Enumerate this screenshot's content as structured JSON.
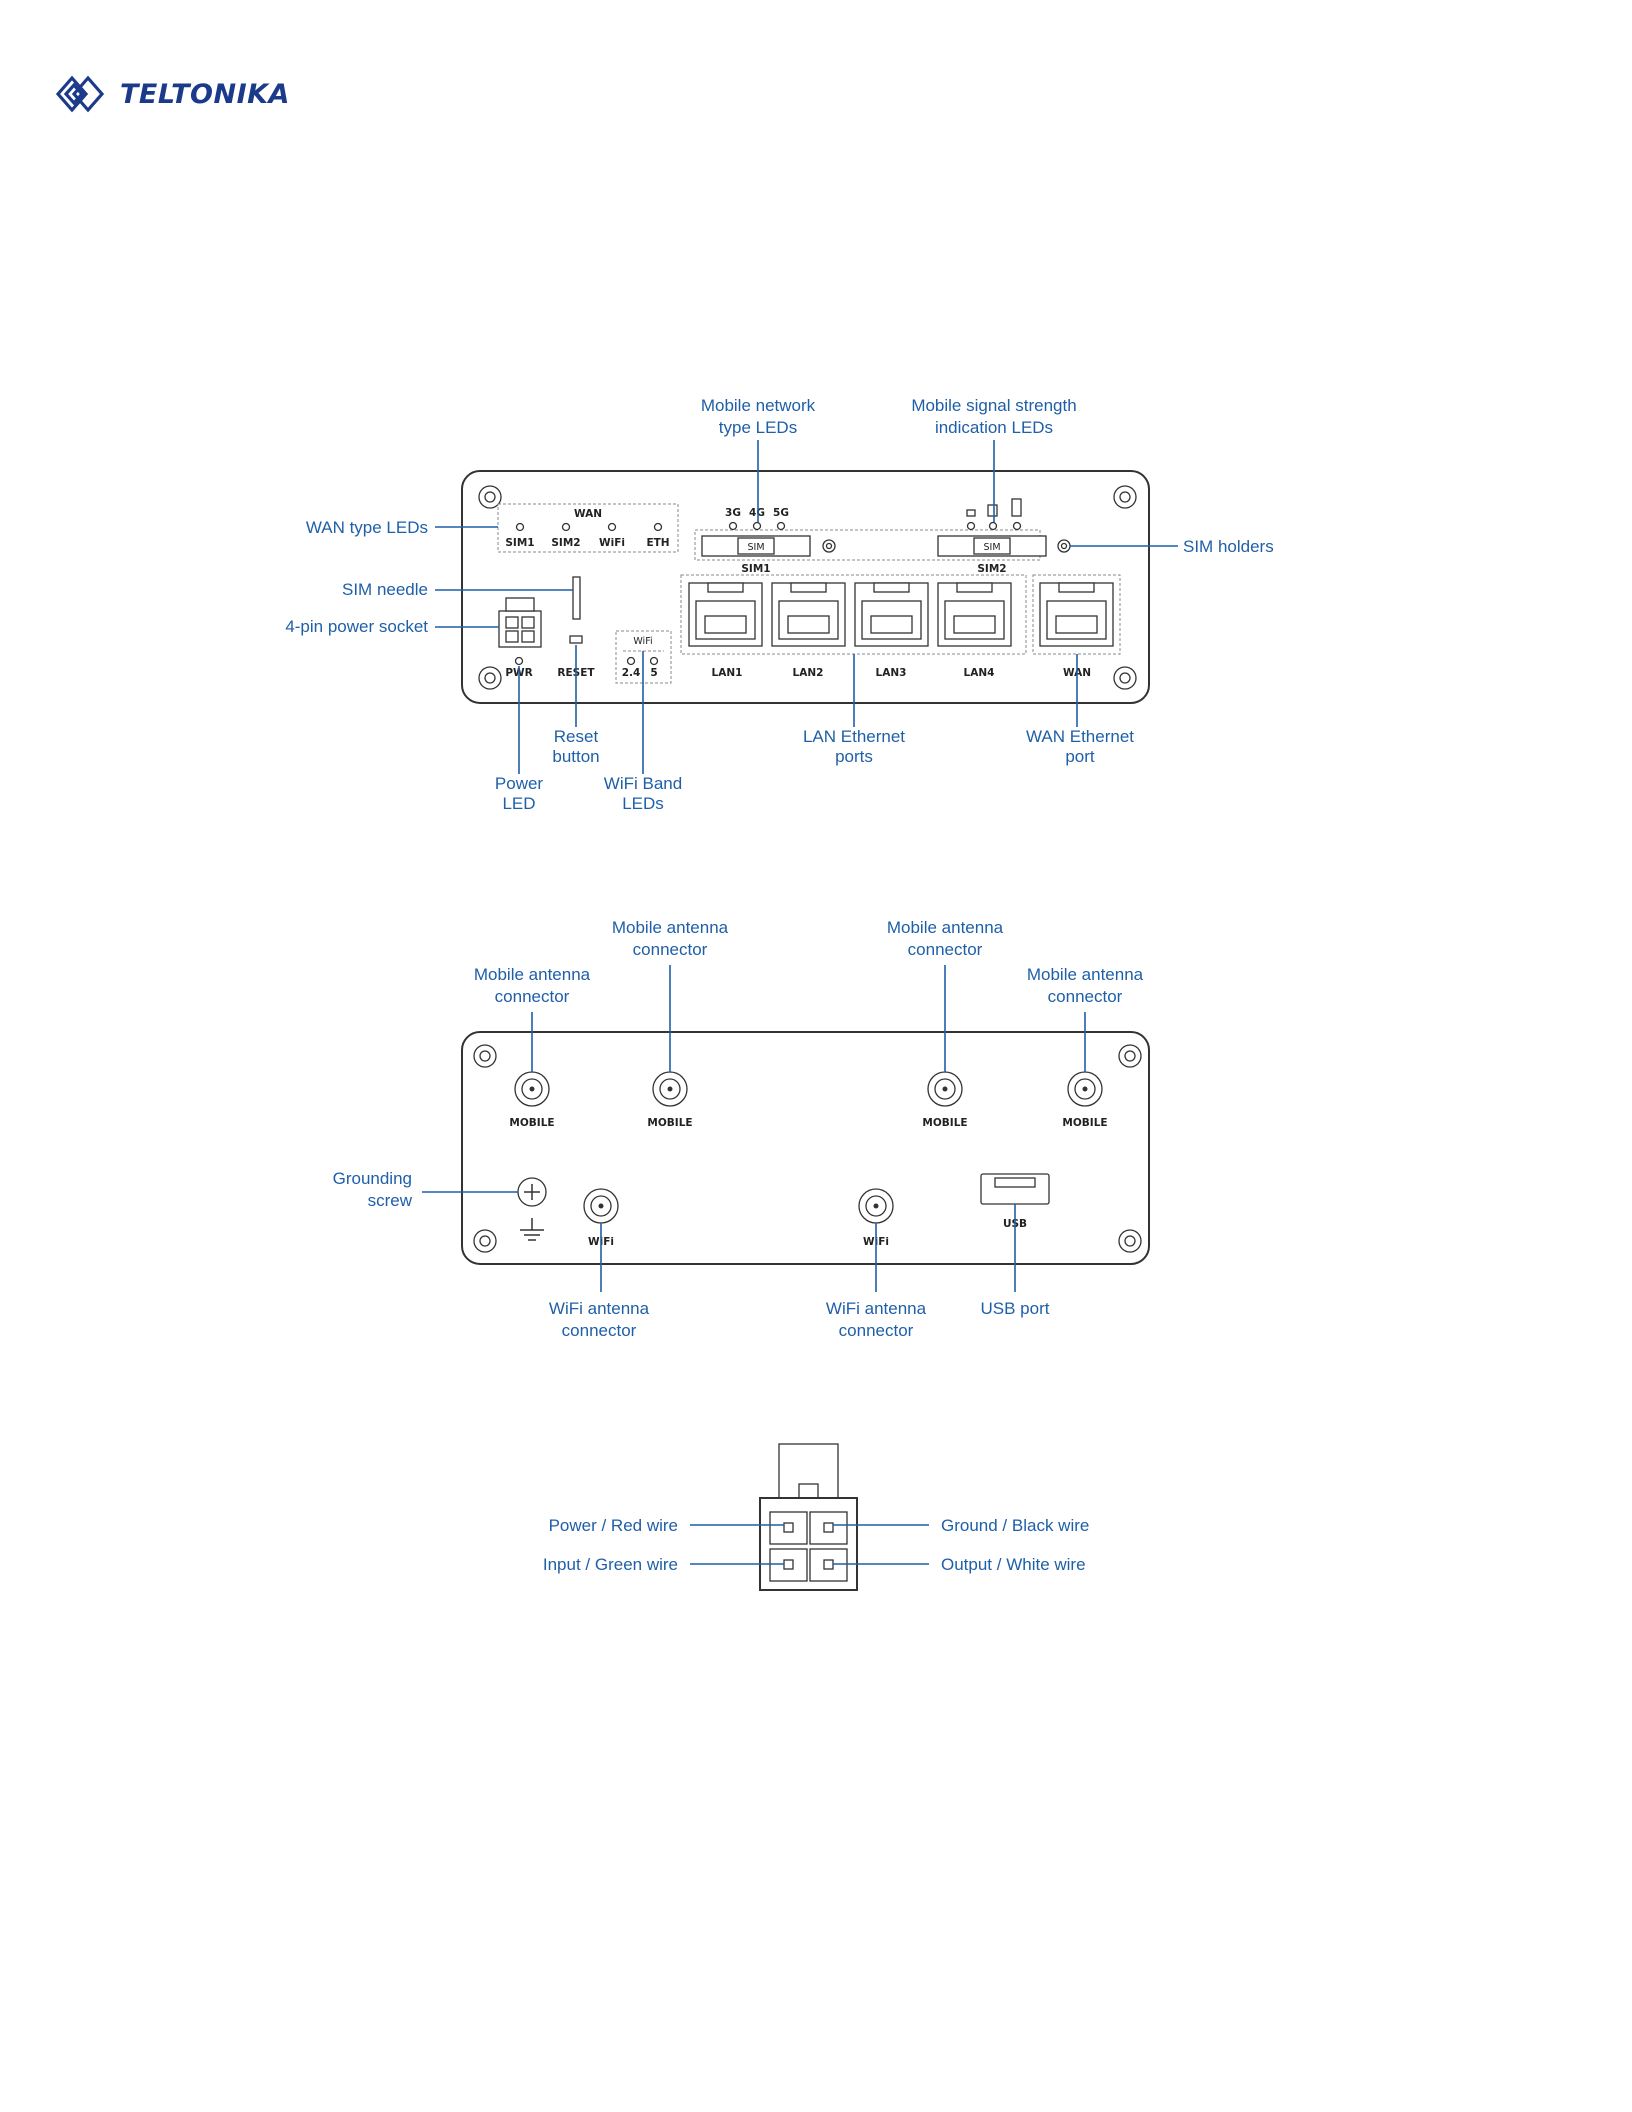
{
  "brand": {
    "name": "TELTONIKA",
    "color": "#1b3a8a"
  },
  "accent_color": "#1f5fa8",
  "front_panel": {
    "callouts": {
      "mobile_network_type_leds": [
        "Mobile network",
        "type LEDs"
      ],
      "mobile_signal_strength_leds": [
        "Mobile signal strength",
        "indication LEDs"
      ],
      "wan_type_leds": "WAN type LEDs",
      "sim_holders": "SIM holders",
      "sim_needle": "SIM needle",
      "power_socket": "4-pin power socket",
      "reset_button": [
        "Reset",
        "button"
      ],
      "power_led": [
        "Power",
        "LED"
      ],
      "wifi_band_leds": [
        "WiFi Band",
        "LEDs"
      ],
      "lan_ethernet_ports": [
        "LAN Ethernet",
        "ports"
      ],
      "wan_ethernet_port": [
        "WAN Ethernet",
        "port"
      ]
    },
    "labels": {
      "wan": "WAN",
      "sim1": "SIM1",
      "sim2": "SIM2",
      "wifi": "WiFi",
      "eth": "ETH",
      "g3": "3G",
      "g4": "4G",
      "g5": "5G",
      "sim": "SIM",
      "sim1_bottom": "SIM1",
      "sim2_bottom": "SIM2",
      "wifi_box": "WiFi",
      "band_24": "2.4",
      "band_5": "5",
      "pwr": "PWR",
      "reset": "RESET",
      "lan1": "LAN1",
      "lan2": "LAN2",
      "lan3": "LAN3",
      "lan4": "LAN4",
      "wan_port": "WAN"
    }
  },
  "back_panel": {
    "callouts": {
      "mobile_antenna_1": [
        "Mobile antenna",
        "connector"
      ],
      "mobile_antenna_2": [
        "Mobile antenna",
        "connector"
      ],
      "mobile_antenna_3": [
        "Mobile antenna",
        "connector"
      ],
      "mobile_antenna_4": [
        "Mobile antenna",
        "connector"
      ],
      "grounding_screw": [
        "Grounding",
        "screw"
      ],
      "wifi_antenna_1": [
        "WiFi antenna",
        "connector"
      ],
      "wifi_antenna_2": [
        "WiFi antenna",
        "connector"
      ],
      "usb_port": "USB port"
    },
    "labels": {
      "mobile": "MOBILE",
      "wifi": "WiFi",
      "usb": "USB"
    }
  },
  "power_connector": {
    "pins": {
      "power": "Power / Red wire",
      "input": "Input / Green wire",
      "ground": "Ground / Black wire",
      "output": "Output / White wire"
    }
  }
}
